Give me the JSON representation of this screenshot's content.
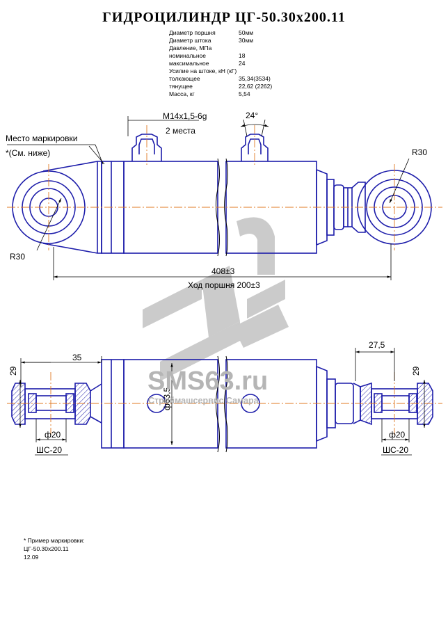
{
  "title": "ГИДРОЦИЛИНДР  ЦГ-50.30х200.11",
  "specs": [
    {
      "label": "Диаметр поршня",
      "value": "50мм"
    },
    {
      "label": "Диаметр штока",
      "value": "30мм"
    },
    {
      "label": "Давление, МПа",
      "value": ""
    },
    {
      "label": "номинальное",
      "value": "18"
    },
    {
      "label": "максимальное",
      "value": "24"
    },
    {
      "label": "Усилие на штоке, кН (кГ)",
      "value": ""
    },
    {
      "label": "толкающее",
      "value": "35,34(3534)"
    },
    {
      "label": "тянущее",
      "value": "22,62   (2262)"
    },
    {
      "label": "Масса, кг",
      "value": "5,54"
    }
  ],
  "labels": {
    "marking_place": "Место маркировки",
    "see_below": "*(См. ниже)",
    "port_thread": "M14x1,5-6g",
    "two_places": "2 места",
    "angle": "24°",
    "radius_right": "R30",
    "radius_left": "R30",
    "length": "408±3",
    "stroke": "Ход поршня 200±3",
    "dim_35": "35",
    "dim_27_5": "27,5",
    "dim_29_left": "29",
    "dim_29_right": "29",
    "dia_63_5": "ф63,5",
    "dia_20_left": "ф20",
    "dia_20_right": "ф20",
    "bearing_left": "ШС-20",
    "bearing_right": "ШС-20"
  },
  "watermark": {
    "site": "SMS63.ru",
    "company": "Строймашсервис Самара"
  },
  "note": {
    "heading": "* Пример маркировки:",
    "line1": "ЦГ-50.30х200.11",
    "line2": "12.09"
  },
  "colors": {
    "outline": "#1c1caa",
    "axis": "#e07820",
    "dimension": "#000000",
    "watermark": "#b8b8b8"
  }
}
